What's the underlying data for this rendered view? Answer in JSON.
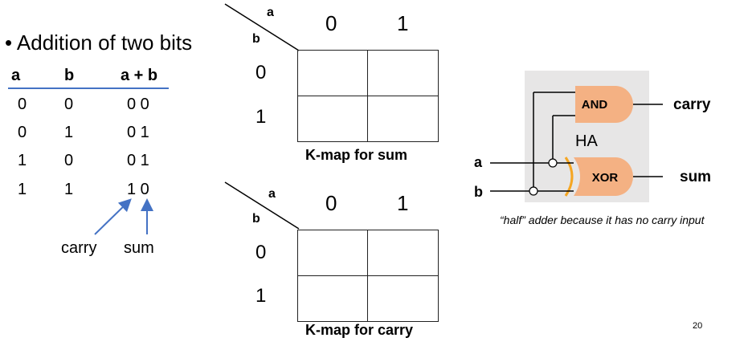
{
  "slide": {
    "title": "• Addition of two bits",
    "page_number": "20"
  },
  "truth_table": {
    "headers": [
      "a",
      "b",
      "a + b"
    ],
    "rows": [
      [
        "0",
        "0",
        "0 0"
      ],
      [
        "0",
        "1",
        "0 1"
      ],
      [
        "1",
        "0",
        "0 1"
      ],
      [
        "1",
        "1",
        "1 0"
      ]
    ],
    "carry_label": "carry",
    "sum_label": "sum"
  },
  "kmap_sum": {
    "row_var": "b",
    "col_var": "a",
    "col_labels": [
      "0",
      "1"
    ],
    "row_labels": [
      "0",
      "1"
    ],
    "caption": "K-map for sum"
  },
  "kmap_carry": {
    "row_var": "b",
    "col_var": "a",
    "col_labels": [
      "0",
      "1"
    ],
    "row_labels": [
      "0",
      "1"
    ],
    "caption": "K-map for carry"
  },
  "circuit": {
    "gate_and": "AND",
    "gate_xor": "XOR",
    "block_label": "HA",
    "input_a": "a",
    "input_b": "b",
    "output_carry": "carry",
    "output_sum": "sum",
    "caption": "“half” adder because it has no carry input",
    "colors": {
      "gate_fill": "#f4b183",
      "block_bg": "#e7e6e6",
      "xor_arc": "#f5a623",
      "table_rule": "#4472c4"
    }
  }
}
